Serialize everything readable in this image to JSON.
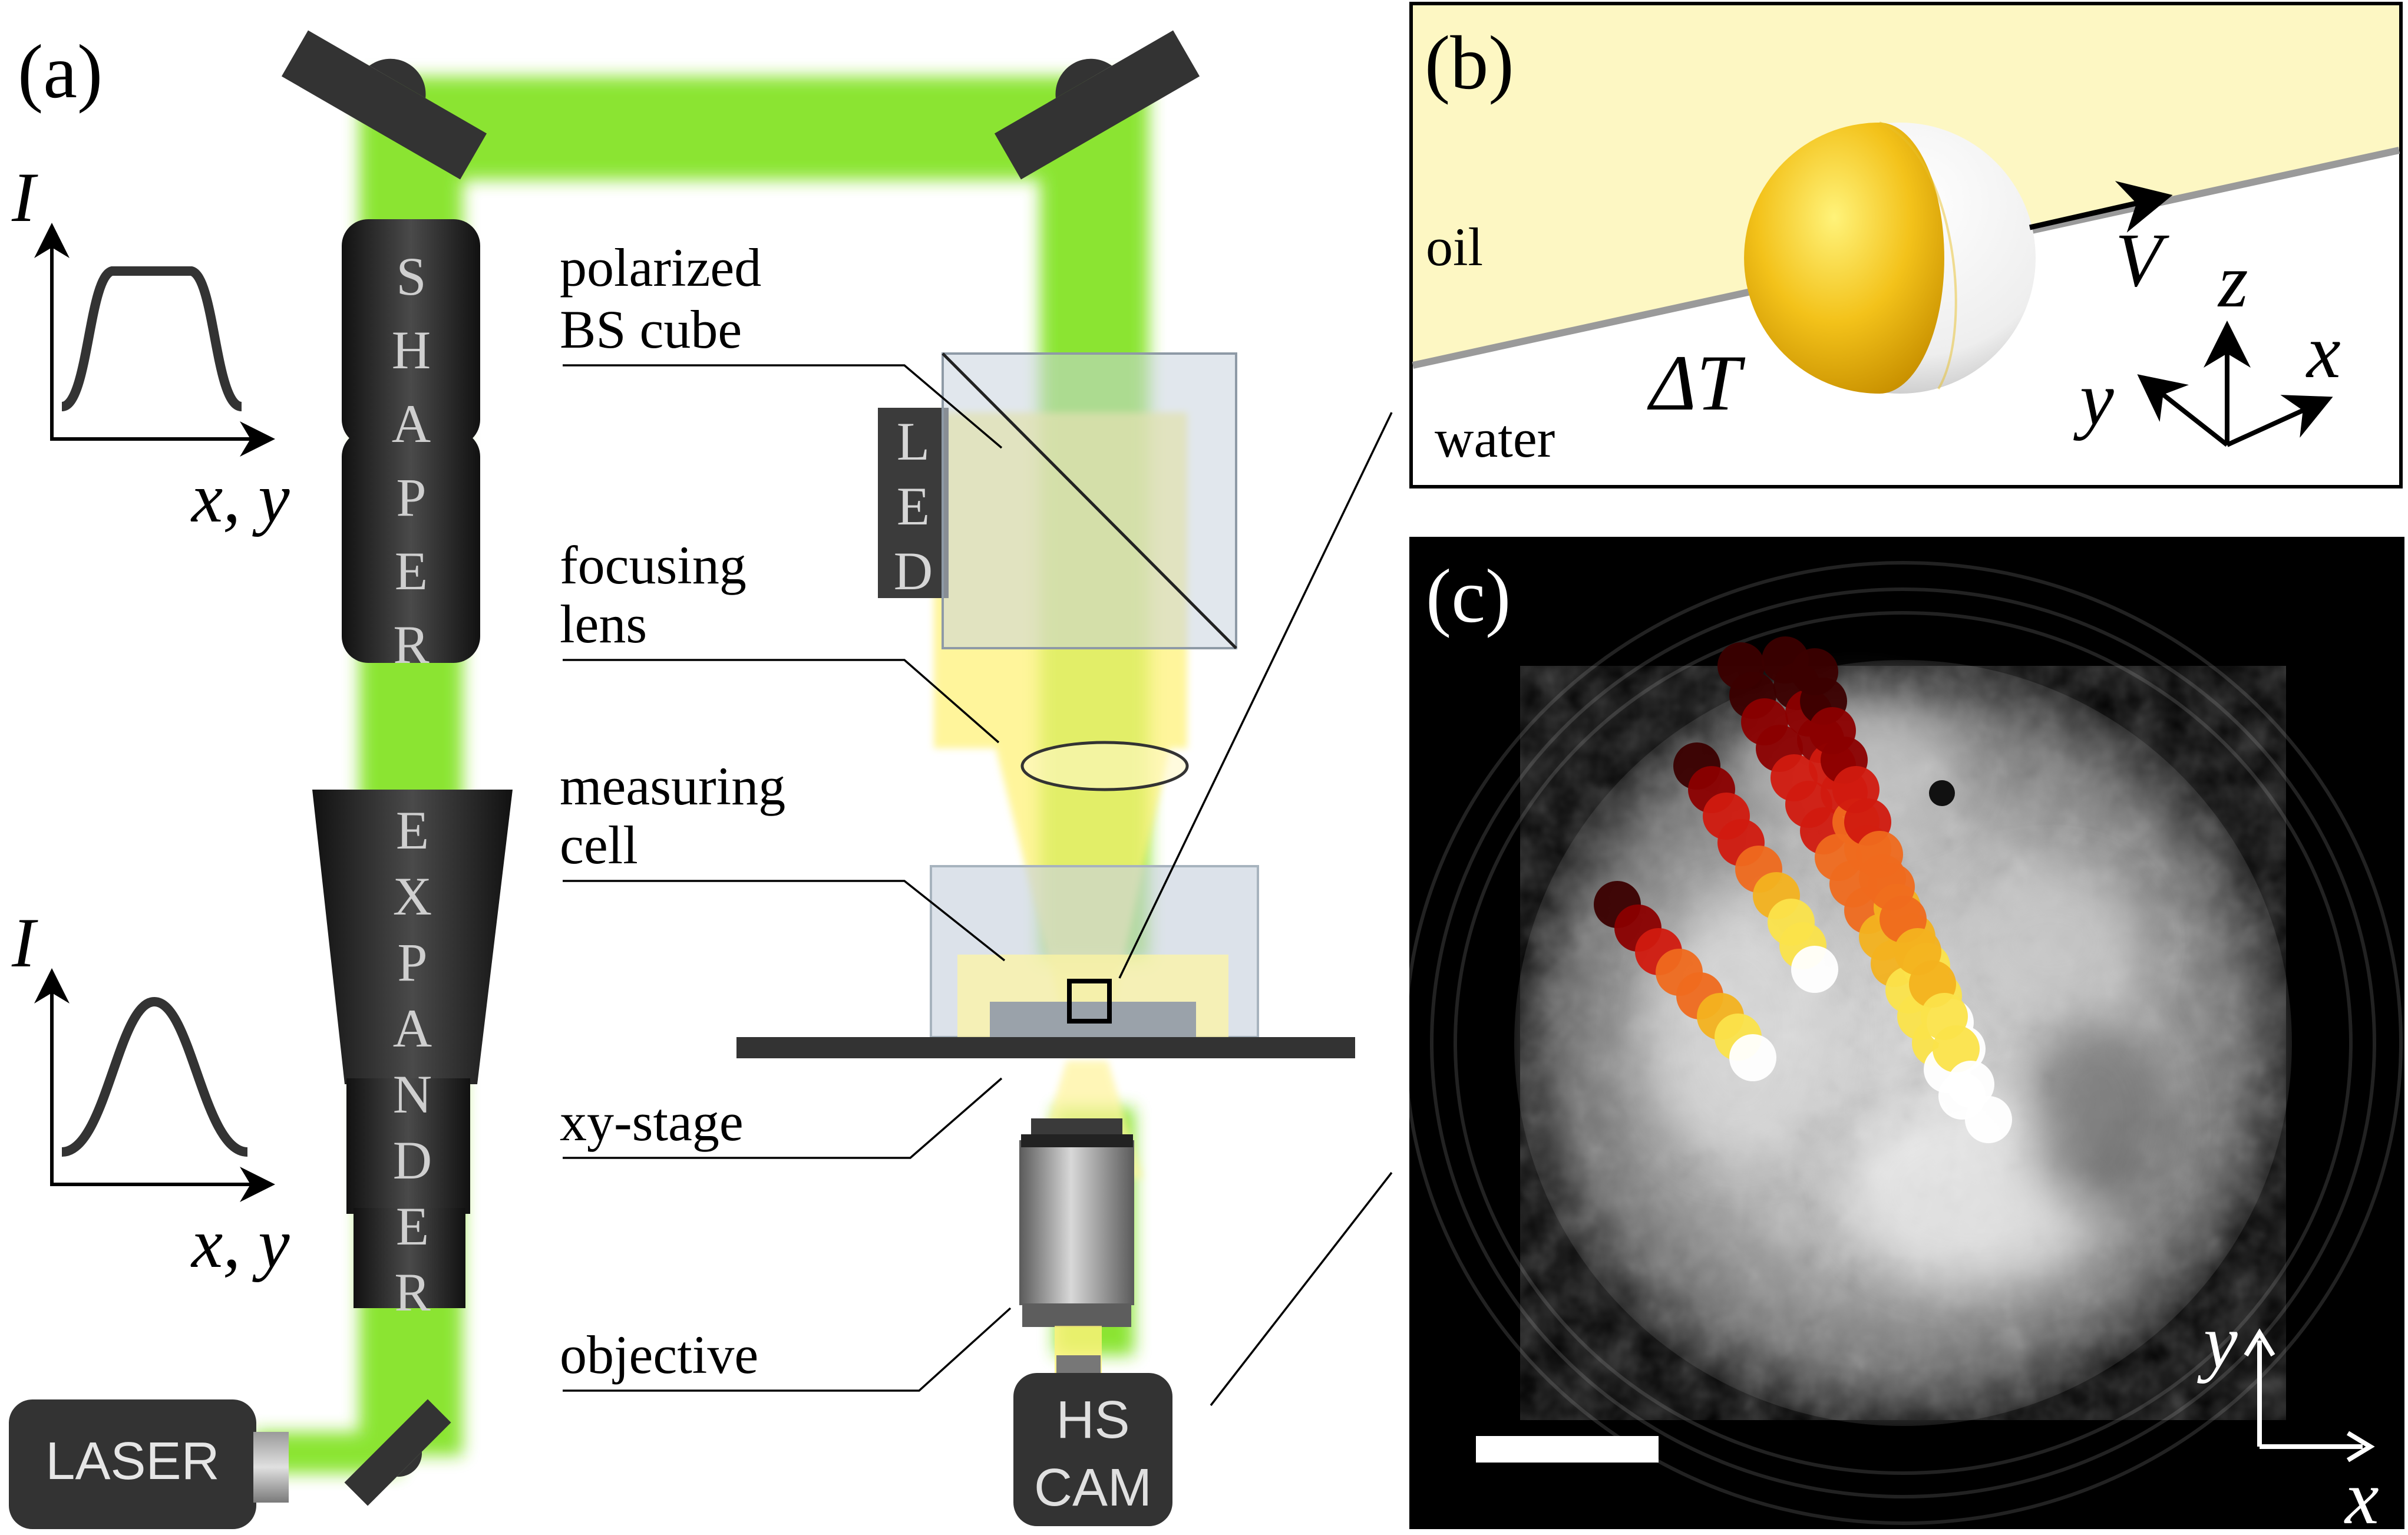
{
  "panel_a": {
    "label": "(a)",
    "component_labels": {
      "polarized": "polarized",
      "bs_cube": "BS cube",
      "focusing": "focusing",
      "lens": "lens",
      "measuring": "measuring",
      "cell": "cell",
      "xy_stage": "xy-stage",
      "objective": "objective"
    },
    "device_letters": {
      "shaper": [
        "S",
        "H",
        "A",
        "P",
        "E",
        "R"
      ],
      "expander": [
        "E",
        "X",
        "P",
        "A",
        "N",
        "D",
        "E",
        "R"
      ],
      "led": [
        "L",
        "E",
        "D"
      ]
    },
    "laser": "LASER",
    "camera": {
      "line1": "HS",
      "line2": "CAM"
    },
    "profile_top": {
      "ylabel": "I",
      "xlabel": "x, y",
      "shape": "flat-top"
    },
    "profile_bottom": {
      "ylabel": "I",
      "xlabel": "x, y",
      "shape": "gaussian"
    },
    "colors": {
      "beam": "#7fe21a",
      "led_light": "#fff27a",
      "device": "#2b2b2b",
      "cube": "#c9d3de"
    }
  },
  "panel_b": {
    "label": "(b)",
    "oil": "oil",
    "water": "water",
    "delta_t": "ΔT",
    "velocity": "V",
    "axes": {
      "z": "z",
      "x": "x",
      "y": "y"
    },
    "colors": {
      "oil": "#fdf7c3",
      "particle_gold": "#f5c518",
      "particle_white": "#f2f2f2"
    }
  },
  "panel_c": {
    "label": "(c)",
    "axes": {
      "y": "y",
      "x": "x"
    },
    "trajectory_colormap": [
      "#3b0000",
      "#8b0000",
      "#d11a0f",
      "#ef6a1e",
      "#f3b21f",
      "#fbe34a",
      "#ffffff"
    ]
  }
}
